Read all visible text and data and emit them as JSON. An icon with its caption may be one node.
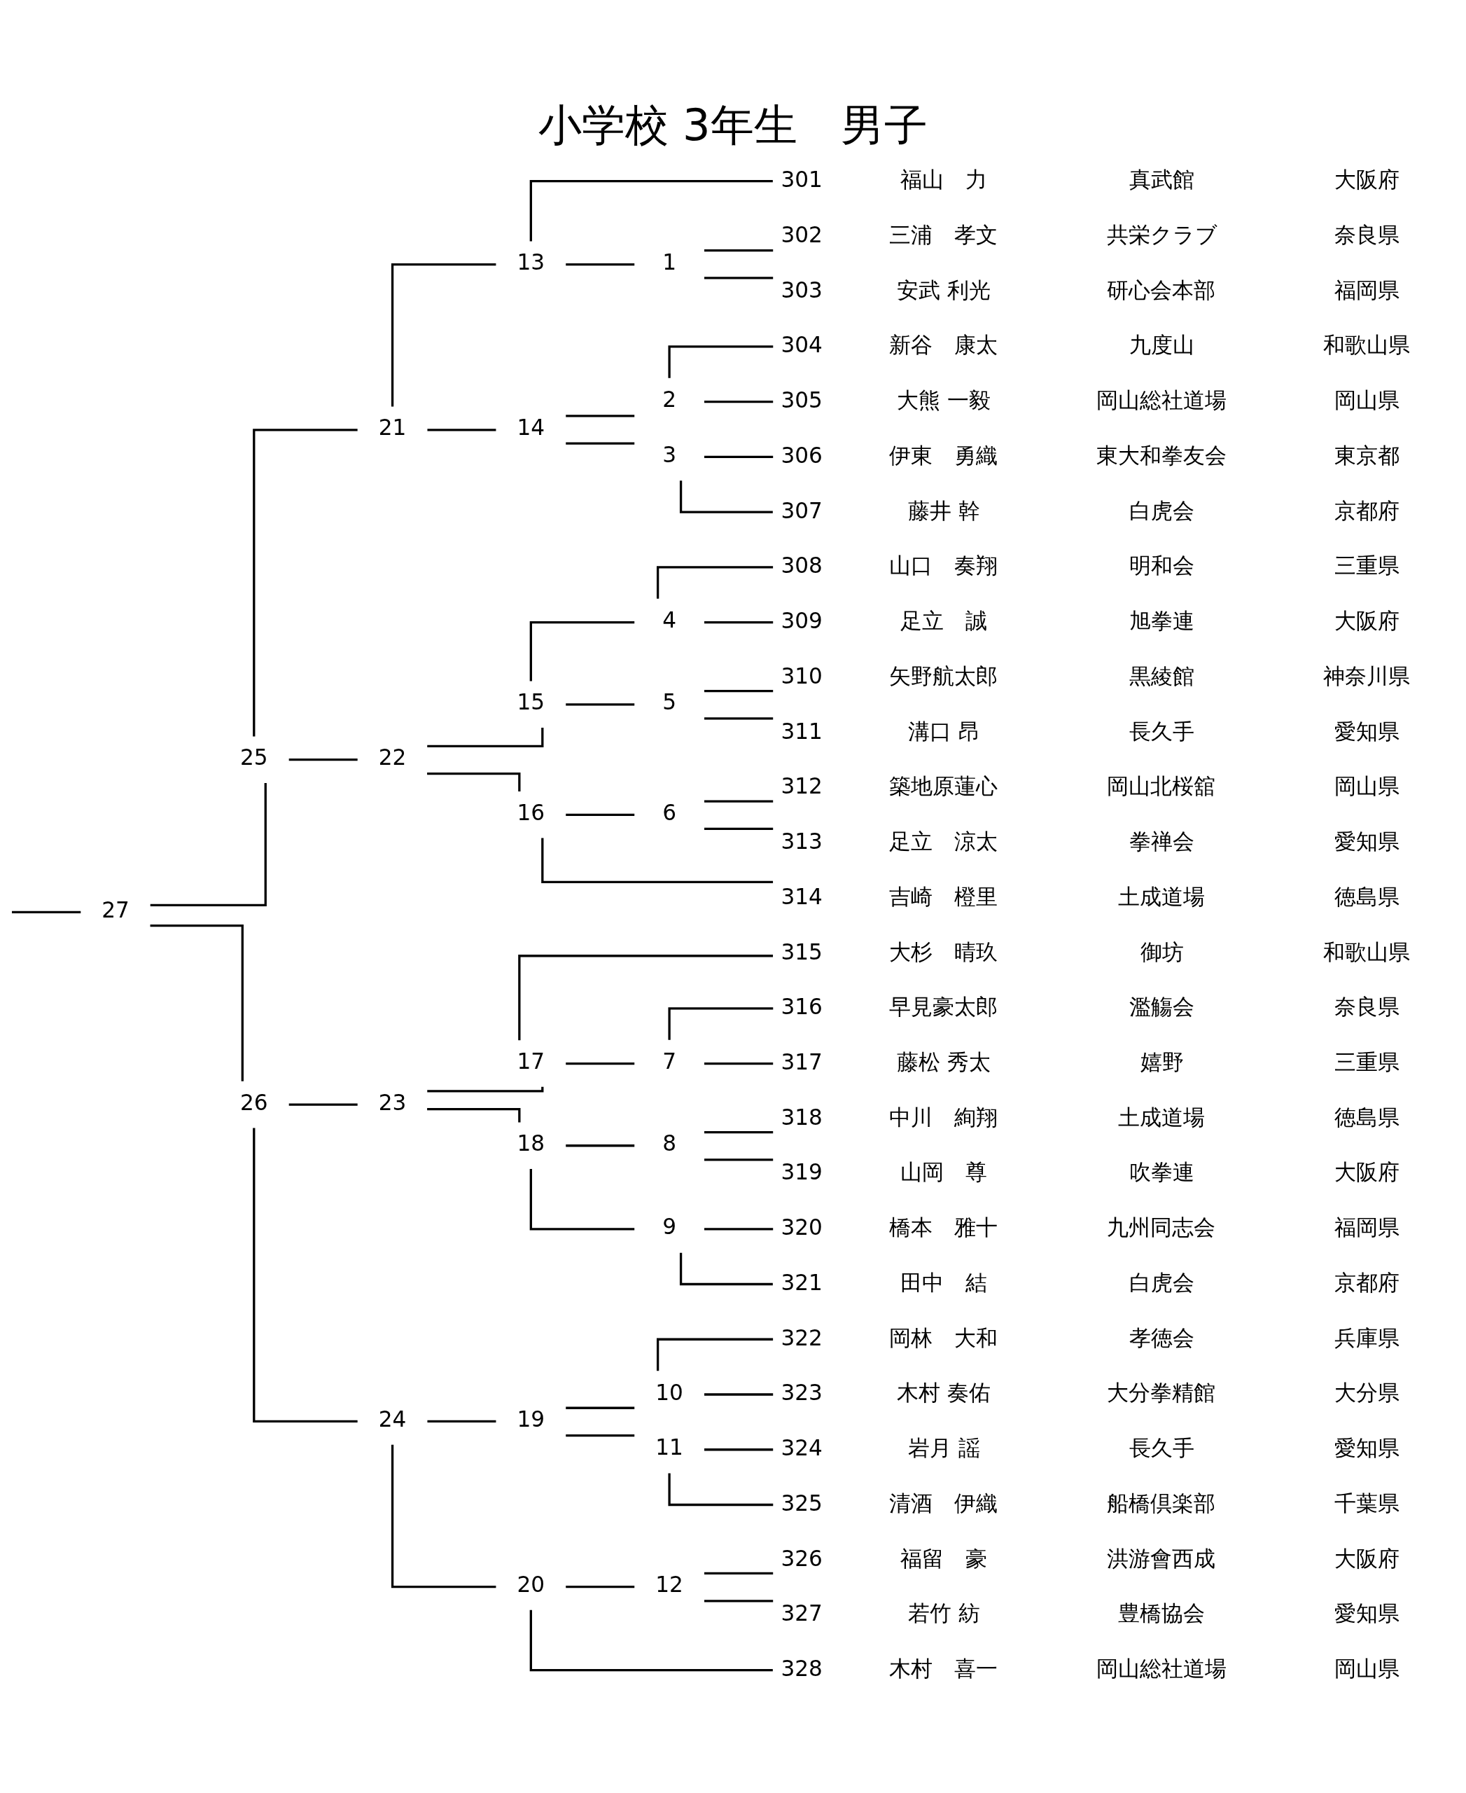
{
  "diagram": {
    "title": "小学校 3年生　男子",
    "nodes": [
      {
        "text": [
          "1"
        ]
      },
      {
        "text": [
          "2"
        ]
      },
      {
        "text": [
          "3"
        ]
      },
      {
        "text": [
          "4"
        ]
      },
      {
        "text": [
          "5"
        ]
      },
      {
        "text": [
          "6"
        ]
      },
      {
        "text": [
          "7"
        ]
      },
      {
        "text": [
          "8"
        ]
      },
      {
        "text": [
          "9"
        ]
      },
      {
        "text": [
          "10"
        ]
      },
      {
        "text": [
          "11"
        ]
      },
      {
        "text": [
          "12"
        ]
      },
      {
        "text": [
          "13"
        ]
      },
      {
        "text": [
          "14"
        ]
      },
      {
        "text": [
          "15"
        ]
      },
      {
        "text": [
          "16"
        ]
      },
      {
        "text": [
          "17"
        ]
      },
      {
        "text": [
          "18"
        ]
      },
      {
        "text": [
          "19"
        ]
      },
      {
        "text": [
          "20"
        ]
      },
      {
        "text": [
          "21"
        ]
      },
      {
        "text": [
          "22"
        ]
      },
      {
        "text": [
          "23"
        ]
      },
      {
        "text": [
          "24"
        ]
      },
      {
        "text": [
          "25"
        ]
      },
      {
        "text": [
          "26"
        ]
      },
      {
        "text": [
          "27"
        ]
      },
      {
        "text": [
          "301"
        ],
        "beside": [
          "福山　力",
          "真武館",
          "大阪府"
        ]
      },
      {
        "text": [
          "302"
        ],
        "beside": [
          "三浦　孝文",
          "共栄クラブ",
          "奈良県"
        ]
      },
      {
        "text": [
          "303"
        ],
        "beside": [
          "安武 利光",
          "研心会本部",
          "福岡県"
        ]
      },
      {
        "text": [
          "304"
        ],
        "beside": [
          "新谷　康太",
          "九度山",
          "和歌山県"
        ]
      },
      {
        "text": [
          "305"
        ],
        "beside": [
          "大熊 一毅",
          "岡山総社道場",
          "岡山県"
        ]
      },
      {
        "text": [
          "306"
        ],
        "beside": [
          "伊東　勇織",
          "東大和拳友会",
          "東京都"
        ]
      },
      {
        "text": [
          "307"
        ],
        "beside": [
          "藤井 幹",
          "白虎会",
          "京都府"
        ]
      },
      {
        "text": [
          "308"
        ],
        "beside": [
          "山口　奏翔",
          "明和会",
          "三重県"
        ]
      },
      {
        "text": [
          "309"
        ],
        "beside": [
          "足立　誠",
          "旭拳連",
          "大阪府"
        ]
      },
      {
        "text": [
          "310"
        ],
        "beside": [
          "矢野航太郎",
          "黒綾館",
          "神奈川県"
        ]
      },
      {
        "text": [
          "311"
        ],
        "beside": [
          "溝口 昂",
          "長久手",
          "愛知県"
        ]
      },
      {
        "text": [
          "312"
        ],
        "beside": [
          "築地原蓮心",
          "岡山北桜舘",
          "岡山県"
        ]
      },
      {
        "text": [
          "313"
        ],
        "beside": [
          "足立　涼太",
          "拳禅会",
          "愛知県"
        ]
      },
      {
        "text": [
          "314"
        ],
        "beside": [
          "吉崎　橙里",
          "土成道場",
          "徳島県"
        ]
      },
      {
        "text": [
          "315"
        ],
        "beside": [
          "大杉　晴玖",
          "御坊",
          "和歌山県"
        ]
      },
      {
        "text": [
          "316"
        ],
        "beside": [
          "早見豪太郎",
          "濫觴会",
          "奈良県"
        ]
      },
      {
        "text": [
          "317"
        ],
        "beside": [
          "藤松 秀太",
          "嬉野",
          "三重県"
        ]
      },
      {
        "text": [
          "318"
        ],
        "beside": [
          "中川　絢翔",
          "土成道場",
          "徳島県"
        ]
      },
      {
        "text": [
          "319"
        ],
        "beside": [
          "山岡　尊",
          "吹拳連",
          "大阪府"
        ]
      },
      {
        "text": [
          "320"
        ],
        "beside": [
          "橋本　雅十",
          "九州同志会",
          "福岡県"
        ]
      },
      {
        "text": [
          "321"
        ],
        "beside": [
          "田中　結",
          "白虎会",
          "京都府"
        ]
      },
      {
        "text": [
          "322"
        ],
        "beside": [
          "岡林　大和",
          "孝徳会",
          "兵庫県"
        ]
      },
      {
        "text": [
          "323"
        ],
        "beside": [
          "木村 奏佑",
          "大分拳精館",
          "大分県"
        ]
      },
      {
        "text": [
          "324"
        ],
        "beside": [
          "岩月 謡",
          "長久手",
          "愛知県"
        ]
      },
      {
        "text": [
          "325"
        ],
        "beside": [
          "清酒　伊織",
          "船橋倶楽部",
          "千葉県"
        ]
      },
      {
        "text": [
          "326"
        ],
        "beside": [
          "福留　豪",
          "洪游會西成",
          "大阪府"
        ]
      },
      {
        "text": [
          "327"
        ],
        "beside": [
          "若竹 紡",
          "豊橋協会",
          "愛知県"
        ]
      },
      {
        "text": [
          "328"
        ],
        "beside": [
          "木村　喜一",
          "岡山総社道場",
          "岡山県"
        ]
      }
    ],
    "edges": [
      {
        "from": null,
        "to": 26,
        "arrow": "none"
      },
      {
        "from": 26,
        "to": 24,
        "arrow": "none"
      },
      {
        "from": 26,
        "to": 25,
        "arrow": "none"
      },
      {
        "from": 24,
        "to": 20,
        "arrow": "none"
      },
      {
        "from": 24,
        "to": 21,
        "arrow": "none"
      },
      {
        "from": 20,
        "to": 12,
        "arrow": "none"
      },
      {
        "from": 20,
        "to": 13,
        "arrow": "none"
      },
      {
        "from": 12,
        "to": 27,
        "arrow": "none"
      },
      {
        "from": 12,
        "to": 0,
        "arrow": "none"
      },
      {
        "from": 0,
        "to": 28,
        "arrow": "none"
      },
      {
        "from": 0,
        "to": 29,
        "arrow": "none"
      },
      {
        "from": 13,
        "to": 1,
        "arrow": "none"
      },
      {
        "from": 13,
        "to": 2,
        "arrow": "none"
      },
      {
        "from": 1,
        "to": 30,
        "arrow": "none"
      },
      {
        "from": 1,
        "to": 31,
        "arrow": "none"
      },
      {
        "from": 2,
        "to": 32,
        "arrow": "none"
      },
      {
        "from": 2,
        "to": 33,
        "arrow": "none"
      },
      {
        "from": 21,
        "to": 14,
        "arrow": "none"
      },
      {
        "from": 21,
        "to": 15,
        "arrow": "none"
      },
      {
        "from": 14,
        "to": 3,
        "arrow": "none"
      },
      {
        "from": 14,
        "to": 4,
        "arrow": "none"
      },
      {
        "from": 3,
        "to": 34,
        "arrow": "none"
      },
      {
        "from": 3,
        "to": 35,
        "arrow": "none"
      },
      {
        "from": 4,
        "to": 36,
        "arrow": "none"
      },
      {
        "from": 4,
        "to": 37,
        "arrow": "none"
      },
      {
        "from": 15,
        "to": 5,
        "arrow": "none"
      },
      {
        "from": 15,
        "to": 40,
        "arrow": "none"
      },
      {
        "from": 5,
        "to": 38,
        "arrow": "none"
      },
      {
        "from": 5,
        "to": 39,
        "arrow": "none"
      },
      {
        "from": 25,
        "to": 22,
        "arrow": "none"
      },
      {
        "from": 25,
        "to": 23,
        "arrow": "none"
      },
      {
        "from": 22,
        "to": 16,
        "arrow": "none"
      },
      {
        "from": 22,
        "to": 17,
        "arrow": "none"
      },
      {
        "from": 16,
        "to": 41,
        "arrow": "none"
      },
      {
        "from": 16,
        "to": 6,
        "arrow": "none"
      },
      {
        "from": 6,
        "to": 42,
        "arrow": "none"
      },
      {
        "from": 6,
        "to": 43,
        "arrow": "none"
      },
      {
        "from": 17,
        "to": 7,
        "arrow": "none"
      },
      {
        "from": 17,
        "to": 8,
        "arrow": "none"
      },
      {
        "from": 7,
        "to": 44,
        "arrow": "none"
      },
      {
        "from": 7,
        "to": 45,
        "arrow": "none"
      },
      {
        "from": 8,
        "to": 46,
        "arrow": "none"
      },
      {
        "from": 8,
        "to": 47,
        "arrow": "none"
      },
      {
        "from": 23,
        "to": 18,
        "arrow": "none"
      },
      {
        "from": 23,
        "to": 19,
        "arrow": "none"
      },
      {
        "from": 18,
        "to": 9,
        "arrow": "none"
      },
      {
        "from": 18,
        "to": 10,
        "arrow": "none"
      },
      {
        "from": 9,
        "to": 48,
        "arrow": "none"
      },
      {
        "from": 9,
        "to": 49,
        "arrow": "none"
      },
      {
        "from": 10,
        "to": 50,
        "arrow": "none"
      },
      {
        "from": 10,
        "to": 51,
        "arrow": "none"
      },
      {
        "from": 19,
        "to": 11,
        "arrow": "none"
      },
      {
        "from": 19,
        "to": 54,
        "arrow": "none"
      },
      {
        "from": 11,
        "to": 52,
        "arrow": "none"
      },
      {
        "from": 11,
        "to": 53,
        "arrow": "none"
      }
    ]
  }
}
